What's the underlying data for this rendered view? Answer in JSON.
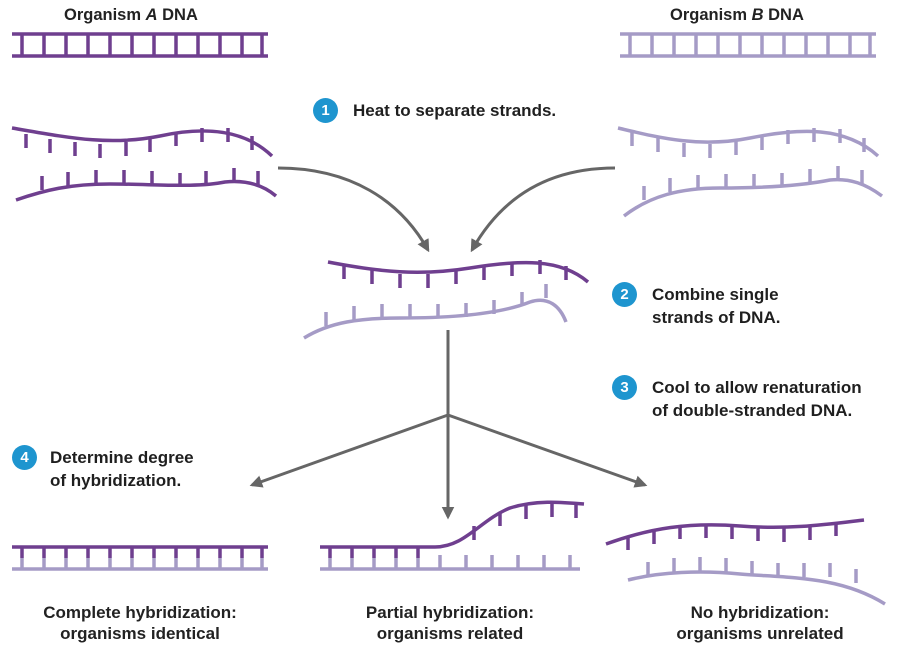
{
  "colors": {
    "strand_a": "#6f3f8f",
    "strand_b": "#a59bc6",
    "arrow": "#666666",
    "badge": "#1e95cf",
    "text": "#222222"
  },
  "headers": {
    "a_prefix": "Organism ",
    "a_letter": "A",
    "a_suffix": " DNA",
    "b_prefix": "Organism ",
    "b_letter": "B",
    "b_suffix": " DNA"
  },
  "steps": [
    {
      "number": "1",
      "line1": "Heat to separate strands.",
      "line2": ""
    },
    {
      "number": "2",
      "line1": "Combine single",
      "line2": "strands of DNA."
    },
    {
      "number": "3",
      "line1": "Cool to allow renaturation",
      "line2": "of double-stranded DNA."
    },
    {
      "number": "4",
      "line1": "Determine degree",
      "line2": "of hybridization."
    }
  ],
  "outcomes": [
    {
      "line1": "Complete hybridization:",
      "line2": "organisms identical"
    },
    {
      "line1": "Partial hybridization:",
      "line2": "organisms related"
    },
    {
      "line1": "No hybridization:",
      "line2": "organisms unrelated"
    }
  ]
}
